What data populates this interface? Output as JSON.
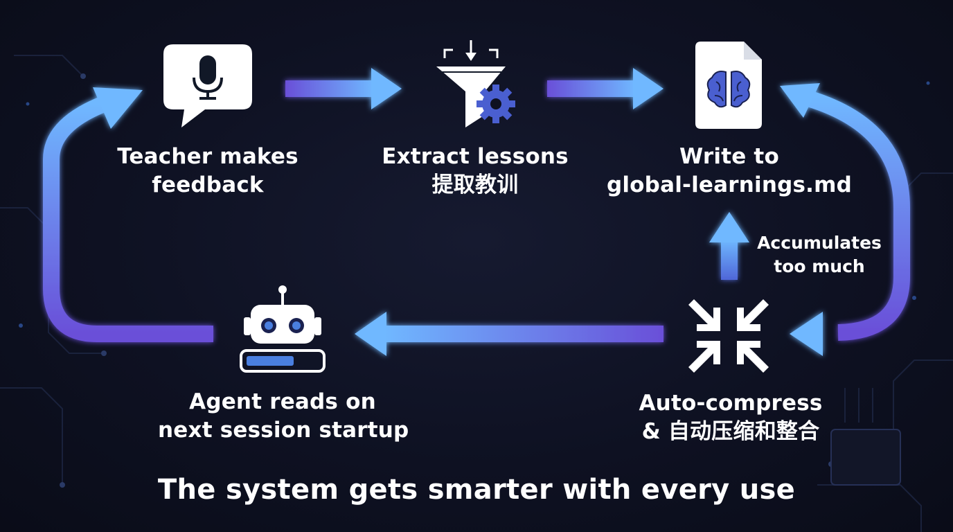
{
  "nodes": {
    "teacher": {
      "line1": "Teacher makes",
      "line2": "feedback",
      "icon": "microphone-speech-bubble-icon"
    },
    "extract": {
      "line1": "Extract lessons",
      "line2": "提取教训",
      "icon": "funnel-gear-icon"
    },
    "write": {
      "line1": "Write to",
      "line2": "global-learnings.md",
      "icon": "brain-document-icon"
    },
    "compress": {
      "line1": "Auto-compress",
      "line2": "&  自动压缩和整合",
      "icon": "compress-arrows-icon"
    },
    "agent": {
      "line1": "Agent reads on",
      "line2": "next session startup",
      "icon": "robot-icon"
    }
  },
  "edge_labels": {
    "accumulates": {
      "line1": "Accumulates",
      "line2": "too much"
    }
  },
  "footer": "The system gets smarter with every use",
  "colors": {
    "background": "#0d0f1c",
    "arrow_light": "#6fb8ff",
    "arrow_mid": "#4f7fe6",
    "arrow_dark": "#6a4fd8",
    "icon_accent": "#4a5fd0",
    "text": "#ffffff"
  }
}
